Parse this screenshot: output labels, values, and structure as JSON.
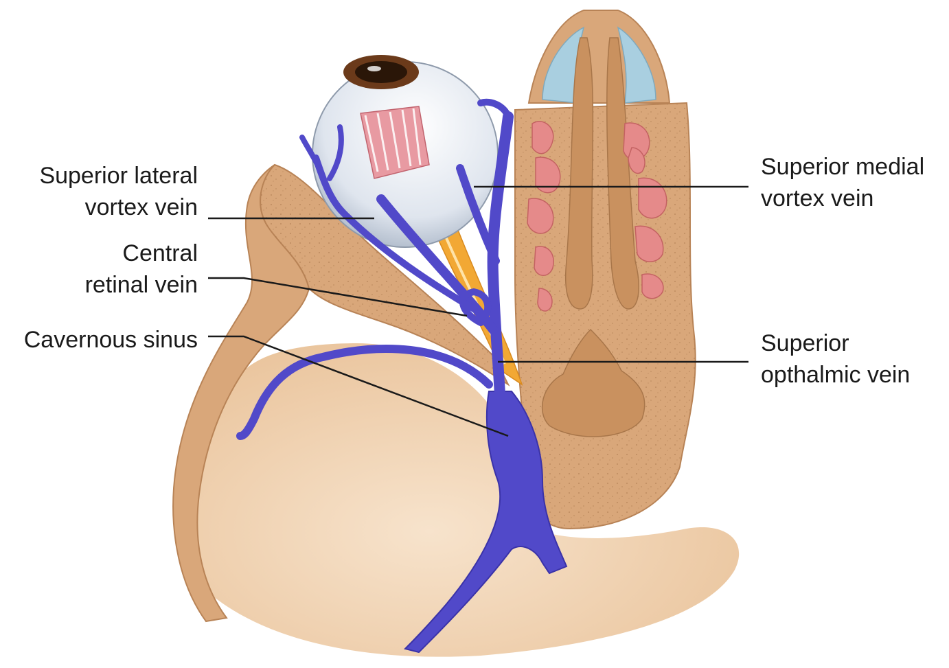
{
  "labels": {
    "superior_lateral_vortex_vein": {
      "line1": "Superior lateral",
      "line2": "vortex vein"
    },
    "central_retinal_vein": {
      "line1": "Central",
      "line2": "retinal vein"
    },
    "cavernous_sinus": {
      "line1": "Cavernous sinus"
    },
    "superior_medial_vortex_vein": {
      "line1": "Superior medial",
      "line2": "vortex vein"
    },
    "superior_ophthalmic_vein": {
      "line1": "Superior",
      "line2": "opthalmic vein"
    }
  },
  "colors": {
    "bone": "#d9a77a",
    "bone_dark": "#b88356",
    "bone_light": "#f2d3b3",
    "skin": "#f4d9bd",
    "vein": "#5149c9",
    "vein_dark": "#3a32a8",
    "nerve": "#f2a834",
    "eye": "#e8ecf2",
    "sinus_red": "#e58a8a",
    "cartilage": "#a9cfe0",
    "leader": "#1a1a1a"
  }
}
